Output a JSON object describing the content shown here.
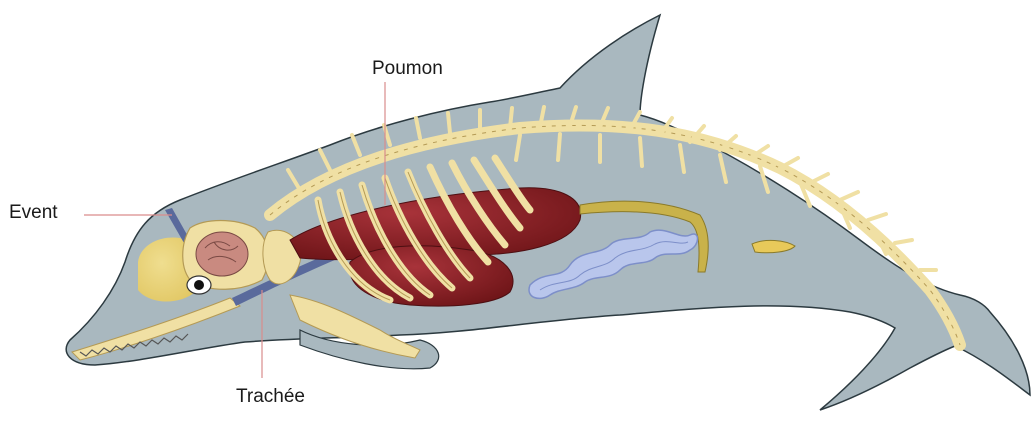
{
  "labels": {
    "event": "Event",
    "poumon": "Poumon",
    "trachee": "Trachée"
  },
  "colors": {
    "skin": "#a9b8bf",
    "outline": "#2c3a40",
    "bone": "#f0e0a4",
    "bone_outline": "#b49a55",
    "lung": "#8f1f22",
    "brain": "#c98a80",
    "intestine": "#b9c6ec",
    "trachea": "#5a6a9c",
    "leader_line": "#d98c8c"
  },
  "icons": {
    "body": "dolphin-silhouette",
    "eye": "eye-icon",
    "skeleton": "skeleton"
  }
}
